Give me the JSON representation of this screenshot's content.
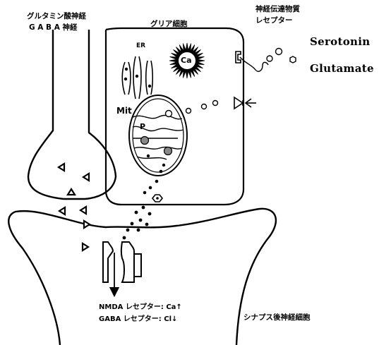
{
  "labels": {
    "glutamate_neuron": "グルタミン酸神経",
    "gaba_neuron": "G A B A 神経",
    "glial_cell": "グリア細胞",
    "transmitter_receptor_line1": "神経伝達物質",
    "transmitter_receptor_line2": "レセプター",
    "serotonin": "Serotonin",
    "glutamate": "Glutamate",
    "er": "ER",
    "ca": "Ca",
    "mit": "Mit",
    "p": "P",
    "nmda_receptor": "NMDA レセプター: Ca↑",
    "gaba_receptor": "GABA レセプター: Cl↓",
    "postsynaptic_neuron": "シナプス後神経細胞"
  }
}
